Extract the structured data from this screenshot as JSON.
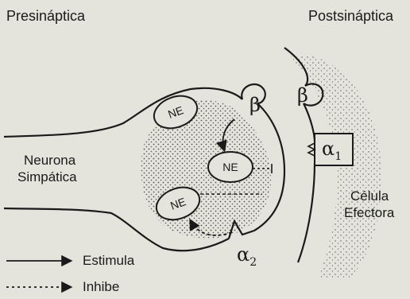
{
  "titles": {
    "presynaptic": "Presináptica",
    "postsynaptic": "Postsináptica"
  },
  "labels": {
    "neuron_line1": "Neurona",
    "neuron_line2": "Simpática",
    "effector_line1": "Célula",
    "effector_line2": "Efectora"
  },
  "receptors": {
    "beta_pre": "β",
    "alpha2_symbol": "α",
    "alpha2_sub": "2",
    "beta_post": "β",
    "alpha1_symbol": "α",
    "alpha1_sub": "1"
  },
  "vesicles": [
    "NE",
    "NE",
    "NE"
  ],
  "legend": {
    "stimulate": "Estimula",
    "inhibit": "Inhibe"
  },
  "colors": {
    "background": "#e4e4dc",
    "ink": "#1a1a1a",
    "stipple": "#3a3a3a"
  }
}
